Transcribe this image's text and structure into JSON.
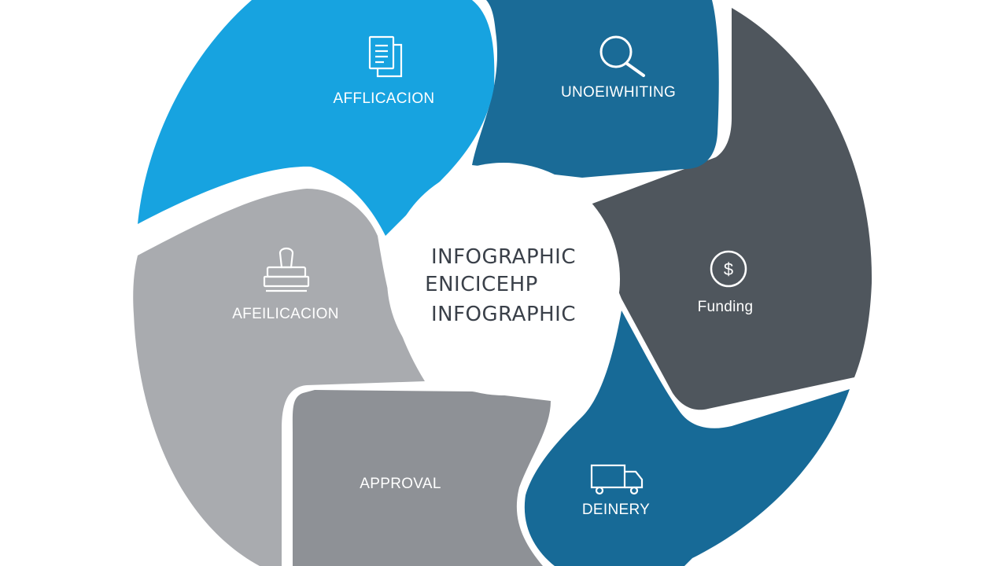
{
  "center": {
    "lines": [
      "INFOGRAPHIC",
      "ENICICEHP",
      "INFOGRAPHIC"
    ]
  },
  "segments": [
    {
      "id": "application-top",
      "label": "AFFLICACION",
      "icon": "document-icon",
      "color": "#17a3e0"
    },
    {
      "id": "underwriting",
      "label": "UNOEIWHITING",
      "icon": "magnifier-icon",
      "color": "#1a6b97"
    },
    {
      "id": "funding",
      "label": "Funding",
      "icon": "dollar-coin-icon",
      "color": "#4f565d"
    },
    {
      "id": "delivery",
      "label": "DEINERY",
      "icon": "truck-icon",
      "color": "#176a97"
    },
    {
      "id": "approval",
      "label": "APPROVAL",
      "icon": "none",
      "color": "#8e9196"
    },
    {
      "id": "application-left",
      "label": "AFEILICACION",
      "icon": "stamp-icon",
      "color": "#a9abaf"
    }
  ]
}
